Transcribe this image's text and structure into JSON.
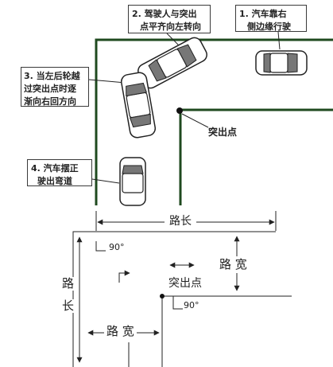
{
  "steps": [
    {
      "line1": "1. 汽车靠右",
      "line2": "侧边缘行驶"
    },
    {
      "line1": "2. 驾驶人与突出",
      "line2": "点平齐向左转向"
    },
    {
      "line1": "3. 当左后轮越",
      "line2": "过突出点时逐",
      "line3": "渐向右回方向"
    },
    {
      "line1": "4. 汽车摆正",
      "line2": "驶出弯道"
    }
  ],
  "top_diagram": {
    "point_label": "突出点"
  },
  "bottom_diagram": {
    "road_length": "路长",
    "road_width_right": "路 宽",
    "road_length_vertical": [
      "路",
      "长"
    ],
    "road_width_bottom": "路 宽",
    "point_label": "突出点",
    "angle_top": "90°",
    "angle_bottom": "90°"
  },
  "colors": {
    "road_line": "#1f4a1f",
    "ink": "#222222"
  }
}
